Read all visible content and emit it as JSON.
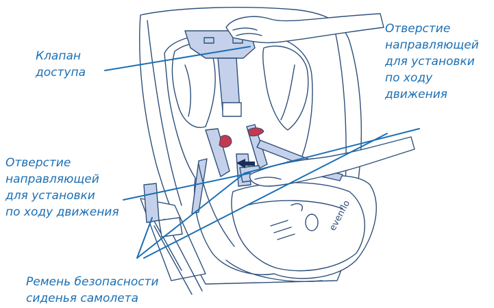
{
  "labels": {
    "access_flap": {
      "lines": [
        "Клапан",
        "доступа"
      ]
    },
    "guide_hole_top": {
      "lines": [
        "Отверстие",
        "направляющей",
        "для установки",
        "по ходу",
        "движения"
      ]
    },
    "guide_hole_left": {
      "lines": [
        "Отверстие",
        "направляющей",
        "для установки",
        "по ходу движения"
      ]
    },
    "aircraft_belt": {
      "lines": [
        "Ремень безопасности",
        "сиденья самолета"
      ]
    }
  },
  "brand_mark": "evenflo",
  "colors": {
    "label_text": "#1a6fb4",
    "leader_line": "#1a6fb4",
    "outline": "#2d4f7a",
    "strap_fill": "#c5d1ea",
    "seat_fill": "#ffffff",
    "buckle_red": "#c23a4c"
  }
}
